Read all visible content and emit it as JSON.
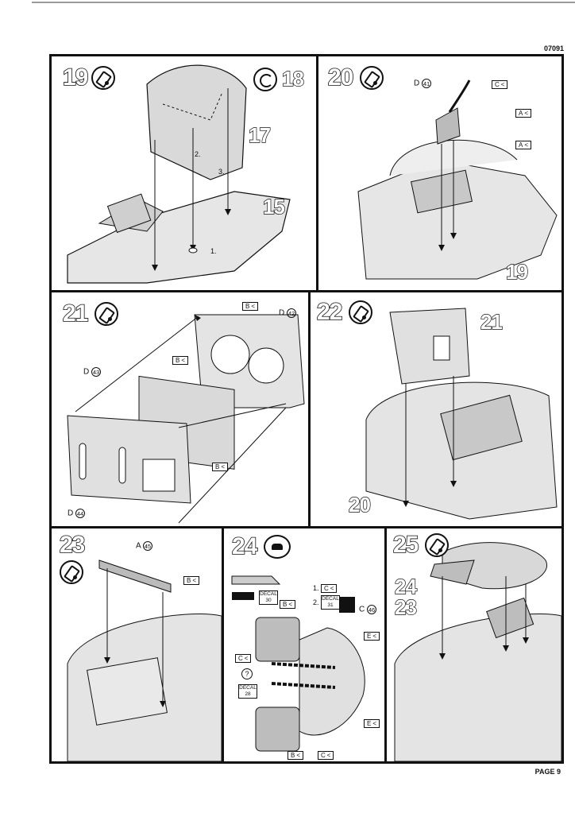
{
  "doc_code": "07091",
  "page_label": "PAGE 9",
  "steps": {
    "s19": {
      "number": "19",
      "ref_step": "18",
      "parts": [
        "17",
        "15"
      ],
      "seq": [
        "1.",
        "2.",
        "3."
      ]
    },
    "s20": {
      "number": "20",
      "part_label": "D",
      "part_id": "41",
      "tags": [
        "C",
        "A",
        "A"
      ],
      "base": "19"
    },
    "s21": {
      "number": "21",
      "labels": [
        {
          "code": "D",
          "id": "42"
        },
        {
          "code": "D",
          "id": "43"
        },
        {
          "code": "D",
          "id": "44"
        }
      ],
      "tags": [
        "B",
        "B",
        "B"
      ]
    },
    "s22": {
      "number": "22",
      "parts": [
        "21",
        "20"
      ]
    },
    "s23": {
      "number": "23",
      "part_label": "A",
      "part_id": "45",
      "tags": [
        "B"
      ]
    },
    "s24": {
      "number": "24",
      "part_label": "C",
      "part_id": "46",
      "decals": [
        {
          "word": "DECAL",
          "num": "30"
        },
        {
          "word": "DECAL",
          "num": "31"
        },
        {
          "word": "DECAL",
          "num": "28"
        }
      ],
      "seq": [
        "1.",
        "2."
      ],
      "tags": [
        "C",
        "B",
        "E",
        "C",
        "E",
        "B",
        "C"
      ],
      "question": "?"
    },
    "s25": {
      "number": "25",
      "parts": [
        "24",
        "23"
      ]
    }
  }
}
